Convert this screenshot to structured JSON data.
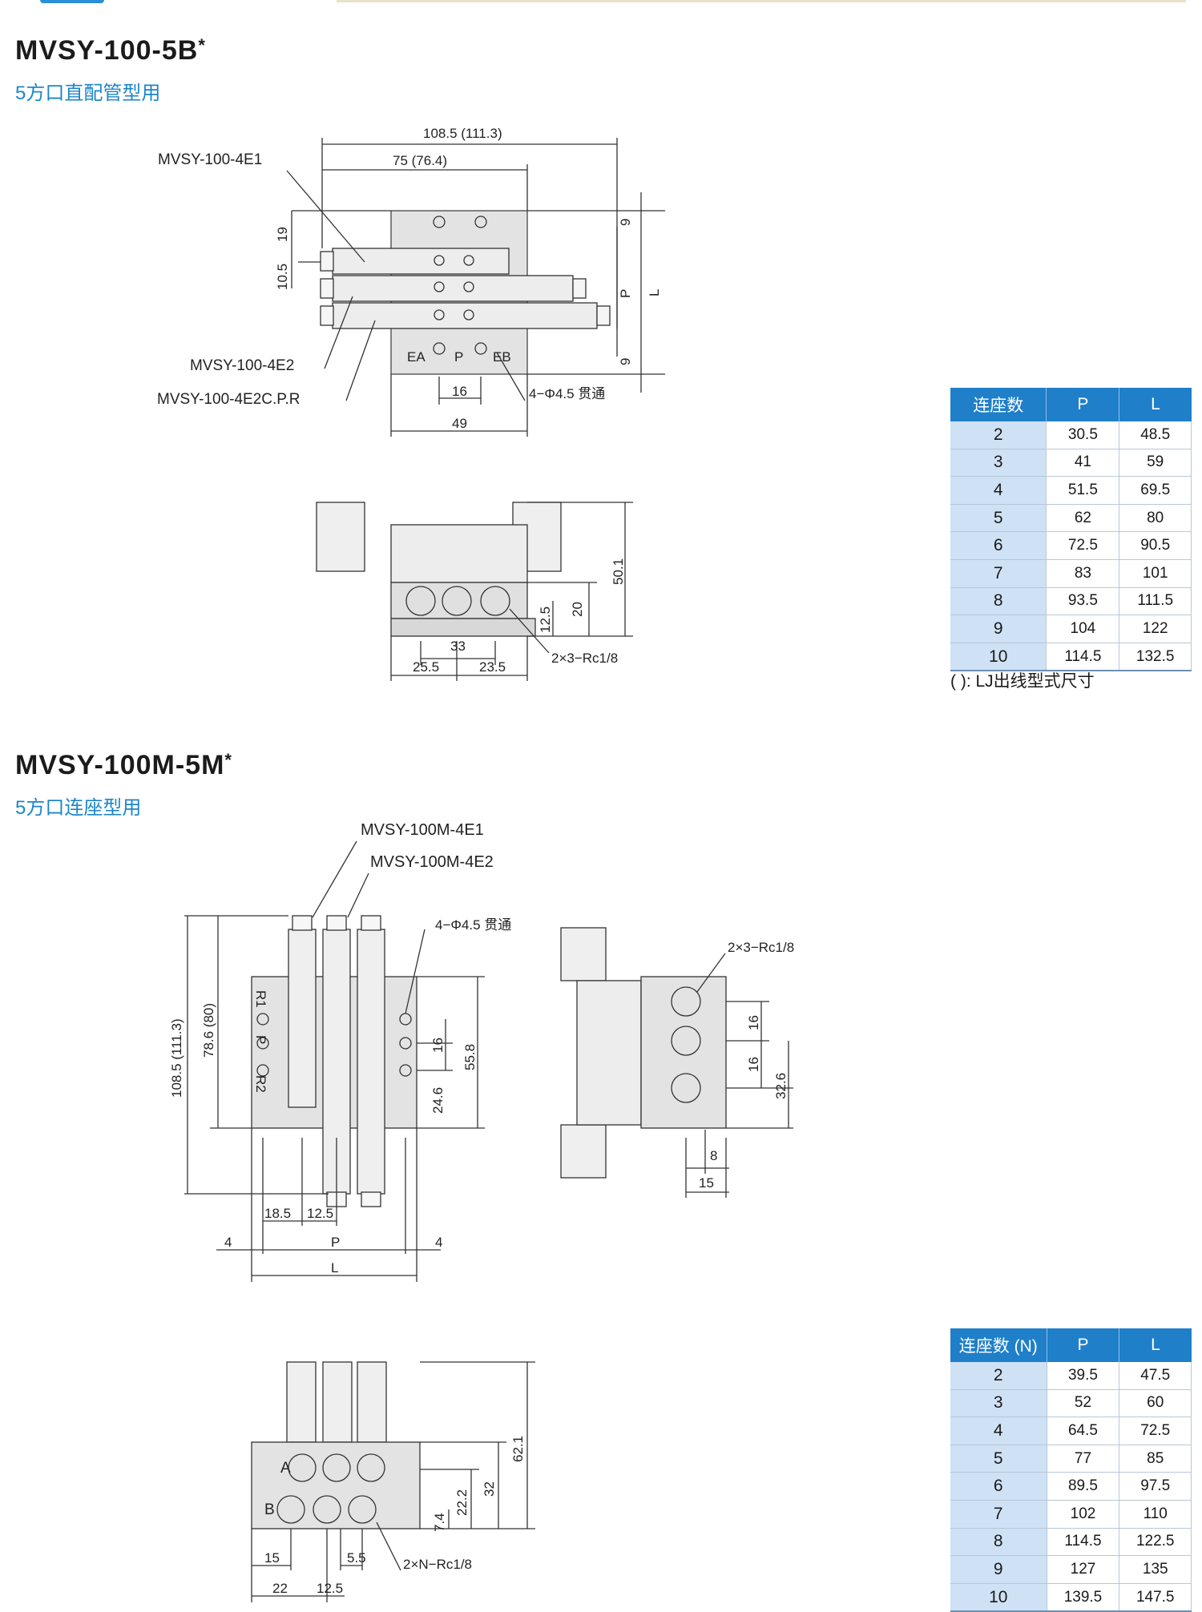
{
  "section1": {
    "model": "MVSY-100-5B",
    "star": "*",
    "subtitle": "5方口直配管型用",
    "labels": {
      "dim_total": "108.5 (111.3)",
      "dim_75": "75 (76.4)",
      "valve_4e1": "MVSY-100-4E1",
      "valve_4e2": "MVSY-100-4E2",
      "valve_4e2cpr": "MVSY-100-4E2C.P.R",
      "d19": "19",
      "d10_5": "10.5",
      "d9a": "9",
      "d9b": "9",
      "dP": "P",
      "dL": "L",
      "d16": "16",
      "d49": "49",
      "hole": "4−Φ4.5 贯通",
      "EA": "EA",
      "P": "P",
      "EB": "EB",
      "d50_1": "50.1",
      "d20": "20",
      "d12_5": "12.5",
      "d33": "33",
      "d25_5": "25.5",
      "d23_5": "23.5",
      "port": "2×3−Rc1/8"
    },
    "table": {
      "headers": [
        "连座数",
        "P",
        "L"
      ],
      "rows": [
        [
          "2",
          "30.5",
          "48.5"
        ],
        [
          "3",
          "41",
          "59"
        ],
        [
          "4",
          "51.5",
          "69.5"
        ],
        [
          "5",
          "62",
          "80"
        ],
        [
          "6",
          "72.5",
          "90.5"
        ],
        [
          "7",
          "83",
          "101"
        ],
        [
          "8",
          "93.5",
          "111.5"
        ],
        [
          "9",
          "104",
          "122"
        ],
        [
          "10",
          "114.5",
          "132.5"
        ]
      ]
    },
    "note": "( ): LJ出线型式尺寸"
  },
  "section2": {
    "model": "MVSY-100M-5M",
    "star": "*",
    "subtitle": "5方口连座型用",
    "labels": {
      "valve_4e1": "MVSY-100M-4E1",
      "valve_4e2": "MVSY-100M-4E2",
      "hole": "4−Φ4.5 贯通",
      "d108": "108.5 (111.3)",
      "d78": "78.6 (80)",
      "d16": "16",
      "d55_8": "55.8",
      "d24_6": "24.6",
      "d18_5": "18.5",
      "d12_5": "12.5",
      "d4a": "4",
      "d4b": "4",
      "dP": "P",
      "dL": "L",
      "R1": "R1",
      "Pp": "P",
      "R2": "R2",
      "port": "2×3−Rc1/8",
      "d16a": "16",
      "d16b": "16",
      "d32_6": "32.6",
      "d8": "8",
      "d15": "15",
      "d62_1": "62.1",
      "d32": "32",
      "d22_2": "22.2",
      "d7_4": "7.4",
      "A": "A",
      "B": "B",
      "d15b": "15",
      "d5_5": "5.5",
      "d22": "22",
      "d12_5b": "12.5",
      "portN": "2×N−Rc1/8"
    },
    "table": {
      "headers": [
        "连座数 (N)",
        "P",
        "L"
      ],
      "rows": [
        [
          "2",
          "39.5",
          "47.5"
        ],
        [
          "3",
          "52",
          "60"
        ],
        [
          "4",
          "64.5",
          "72.5"
        ],
        [
          "5",
          "77",
          "85"
        ],
        [
          "6",
          "89.5",
          "97.5"
        ],
        [
          "7",
          "102",
          "110"
        ],
        [
          "8",
          "114.5",
          "122.5"
        ],
        [
          "9",
          "127",
          "135"
        ],
        [
          "10",
          "139.5",
          "147.5"
        ]
      ]
    }
  }
}
